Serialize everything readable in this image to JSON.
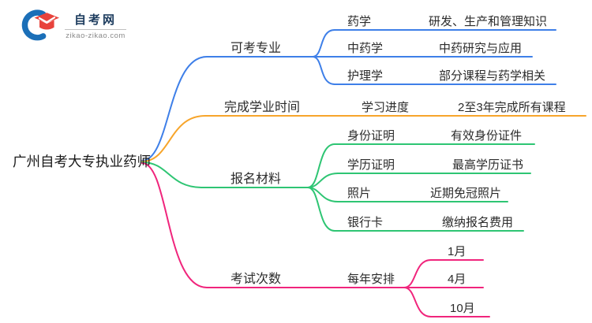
{
  "logo": {
    "title": "自考网",
    "domain": "zikao-zikao.com",
    "icon": "graduation-cap-crescent",
    "colors": {
      "crescent_blue": "#1b6fb8",
      "cap_red": "#e8433c",
      "title_navy": "#1d3c5e"
    }
  },
  "root": {
    "label": "广州自考大专执业药师"
  },
  "branches": [
    {
      "name": "可考专业",
      "color": "#3e7fe8",
      "children": [
        {
          "label": "药学",
          "value": "研发、生产和管理知识"
        },
        {
          "label": "中药学",
          "value": "中药研究与应用"
        },
        {
          "label": "护理学",
          "value": "部分课程与药学相关"
        }
      ]
    },
    {
      "name": "完成学业时间",
      "color": "#f7a52b",
      "children": [
        {
          "label": "学习进度",
          "value": "2至3年完成所有课程"
        }
      ]
    },
    {
      "name": "报名材料",
      "color": "#2ec573",
      "children": [
        {
          "label": "身份证明",
          "value": "有效身份证件"
        },
        {
          "label": "学历证明",
          "value": "最高学历证书"
        },
        {
          "label": "照片",
          "value": "近期免冠照片"
        },
        {
          "label": "银行卡",
          "value": "缴纳报名费用"
        }
      ]
    },
    {
      "name": "考试次数",
      "color": "#f0257c",
      "children": [
        {
          "label": "每年安排",
          "months": [
            "1月",
            "4月",
            "10月"
          ]
        }
      ]
    }
  ]
}
